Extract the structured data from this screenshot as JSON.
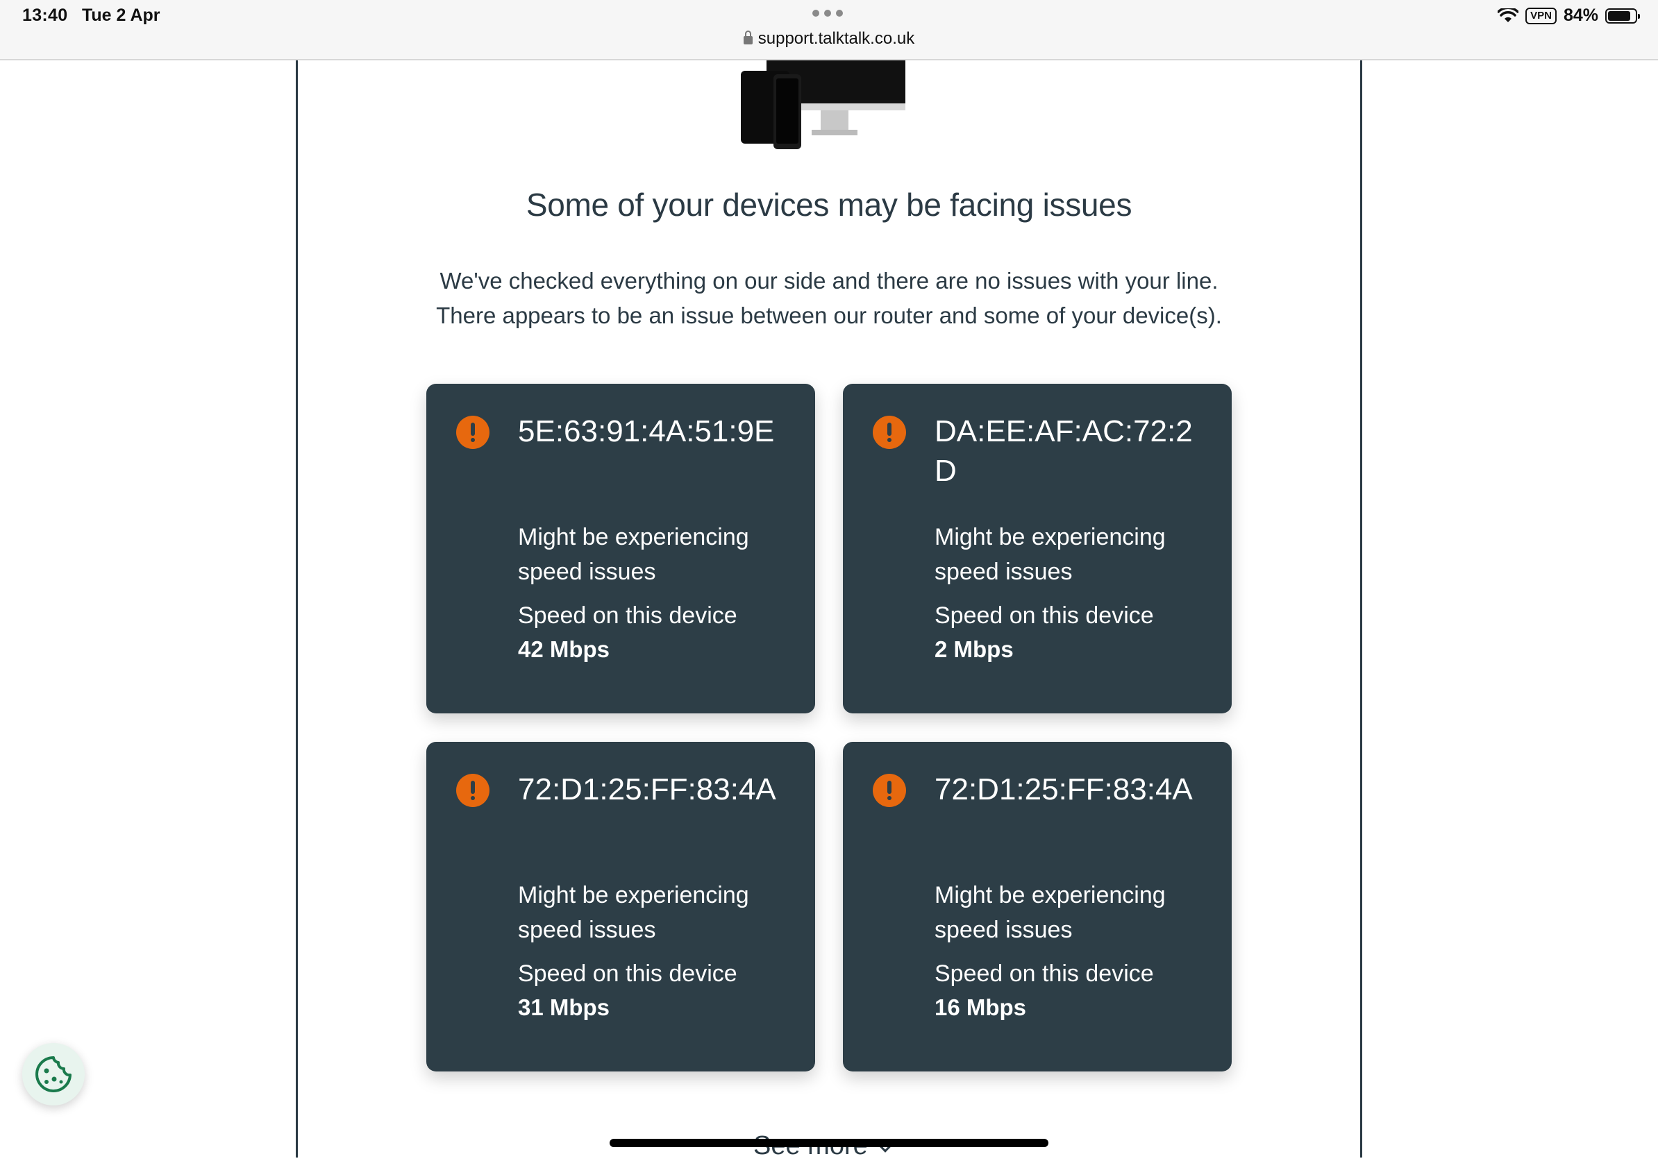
{
  "status_bar": {
    "time": "13:40",
    "date": "Tue 2 Apr",
    "url": "support.talktalk.co.uk",
    "vpn_label": "VPN",
    "battery": "84%"
  },
  "main": {
    "headline": "Some of your devices may be facing issues",
    "subtext_line1": "We've checked everything on our side and there are no issues with your line.",
    "subtext_line2": "There appears to be an issue between our router and some of your device(s).",
    "devices": [
      {
        "mac": "5E:63:91:4A:51:9E",
        "status": "Might be experiencing speed issues",
        "speed_label": "Speed on this device",
        "speed": "42 Mbps"
      },
      {
        "mac": "DA:EE:AF:AC:72:2D",
        "status": "Might be experiencing speed issues",
        "speed_label": "Speed on this device",
        "speed": "2 Mbps"
      },
      {
        "mac": "72:D1:25:FF:83:4A",
        "status": "Might be experiencing speed issues",
        "speed_label": "Speed on this device",
        "speed": "31 Mbps"
      },
      {
        "mac": "72:D1:25:FF:83:4A",
        "status": "Might be experiencing speed issues",
        "speed_label": "Speed on this device",
        "speed": "16 Mbps"
      }
    ],
    "see_more": "See more"
  },
  "colors": {
    "card_bg": "#2d3e47",
    "warning": "#e7680e",
    "text": "#2b3a44",
    "cookie_accent": "#1a7a4c"
  }
}
